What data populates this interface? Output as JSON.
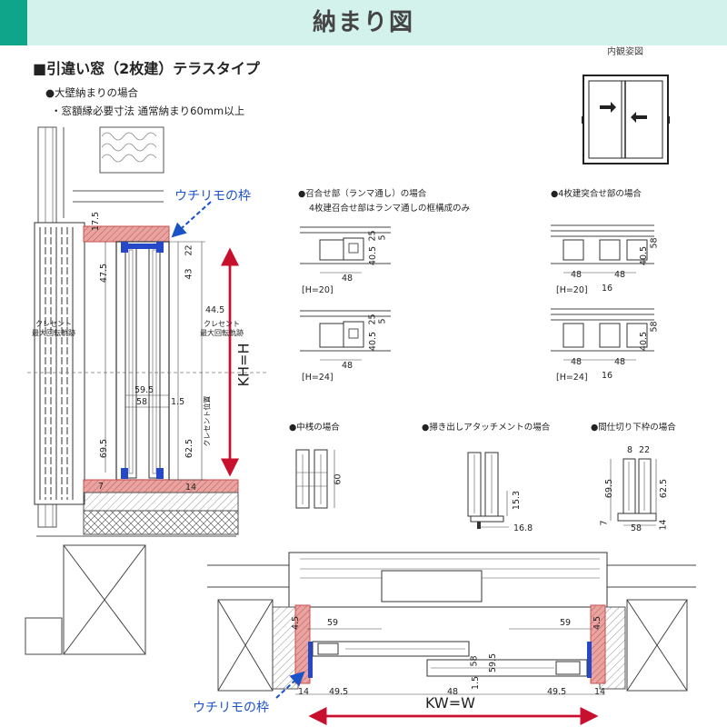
{
  "header": {
    "title": "納まり図"
  },
  "heading": "■引違い窓（2枚建）テラスタイプ",
  "subheading": "●大壁納まりの場合",
  "note": "・窓額縁必要寸法 通常納まり60mm以上",
  "view_label": "内観姿図",
  "callouts": {
    "frame_top": "ウチリモの枠",
    "frame_bottom": "ウチリモの枠"
  },
  "vertical_section": {
    "dims": [
      "17.5",
      "22",
      "47.5",
      "43",
      "44.5",
      "59.5",
      "58",
      "1.5",
      "69.5",
      "62.5",
      "7",
      "14"
    ],
    "labels": {
      "crescent_left": "クレセント\n最大回転軌跡",
      "crescent_right": "クレセント\n最大回転軌跡",
      "crescent_pos": "クレセント位置",
      "kh": "KH=H"
    }
  },
  "details": {
    "meeting": {
      "title": "●召合せ部（ランマ通し）の場合",
      "sub": "4枚建召合せ部はランマ通しの框構成のみ",
      "dims_a": [
        "25",
        "5",
        "40.5",
        "48"
      ],
      "h_a": "[H=20]",
      "dims_b": [
        "25",
        "5",
        "40.5",
        "48"
      ],
      "h_b": "[H=24]"
    },
    "four": {
      "title": "●4枚建突合せ部の場合",
      "dims_a": [
        "58",
        "40.5",
        "48",
        "48",
        "16"
      ],
      "h_a": "[H=20]",
      "dims_b": [
        "58",
        "40.5",
        "48",
        "48",
        "16"
      ],
      "h_b": "[H=24]"
    },
    "mullion": {
      "title": "●中桟の場合",
      "dims": [
        "60"
      ]
    },
    "sweep": {
      "title": "●掃き出しアタッチメントの場合",
      "dims": [
        "15.3",
        "16.8"
      ]
    },
    "partition": {
      "title": "●間仕切り下枠の場合",
      "dims": [
        "8",
        "22",
        "69.5",
        "62.5",
        "7",
        "58",
        "14"
      ]
    }
  },
  "plan": {
    "dims_top": [
      "4.5",
      "59",
      "59",
      "4.5"
    ],
    "dims_mid": [
      "58",
      "59.5",
      "1.5"
    ],
    "dims_bottom": [
      "14",
      "49.5",
      "48",
      "49.5",
      "14"
    ],
    "kw": "KW=W"
  }
}
